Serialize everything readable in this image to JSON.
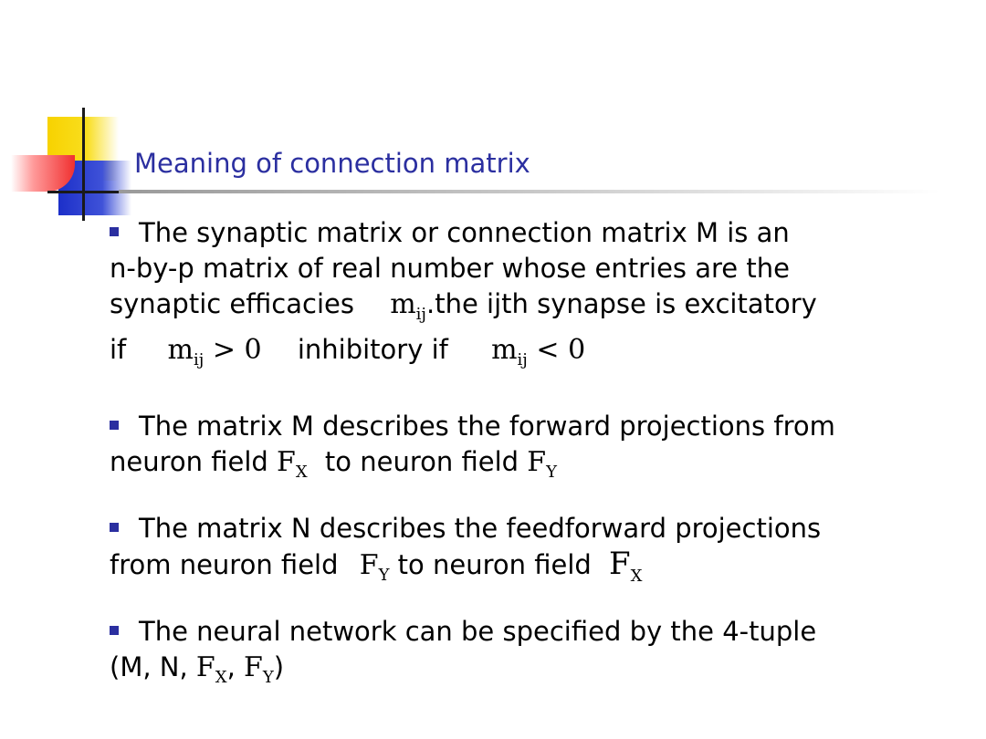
{
  "title": "Meaning of connection matrix",
  "bullets": [
    {
      "line1": "The synaptic matrix or connection matrix M is an",
      "line2": "n-by-p matrix of real number whose entries are the",
      "line3_a": "synaptic efficacies",
      "m_ij": "m",
      "sub_ij": "ij",
      "line3_b": ".the ijth synapse is excitatory",
      "line4_a": "if",
      "gt_zero": "> 0",
      "line4_b": "inhibitory if",
      "lt_zero": "< 0"
    },
    {
      "line1": "The matrix M describes the forward projections from",
      "line2_a": "neuron field",
      "line2_b": "to neuron field"
    },
    {
      "line1": "The matrix N describes the feedforward projections",
      "line2_a": "from neuron field",
      "line2_b": "to neuron field"
    },
    {
      "line1": "The neural network can be specified by the 4-tuple",
      "line2_a": "(M, N,",
      "comma": ",",
      "close": ")"
    }
  ],
  "symbols": {
    "F": "F",
    "X": "X",
    "Y": "Y"
  }
}
